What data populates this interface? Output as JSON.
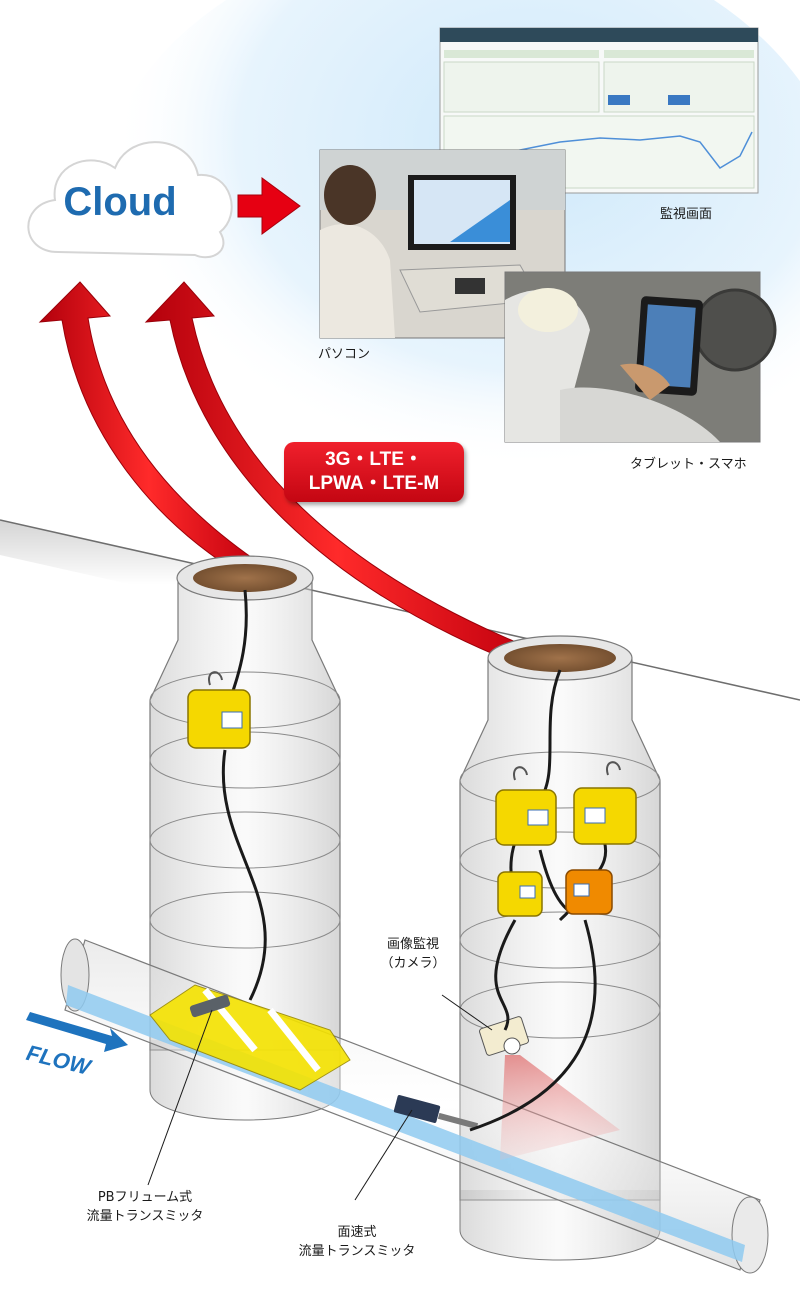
{
  "cloud": {
    "label": "Cloud"
  },
  "network": {
    "line1": "3G・LTE・",
    "line2": "LPWA・LTE-M"
  },
  "devices": {
    "monitor_screen": "監視画面",
    "pc": "パソコン",
    "tablet": "タブレット・スマホ"
  },
  "sensors": {
    "camera_line1": "画像監視",
    "camera_line2": "（カメラ）",
    "pb_flume_line1": "PBフリューム式",
    "pb_flume_line2": "流量トランスミッタ",
    "area_velocity_line1": "面速式",
    "area_velocity_line2": "流量トランスミッタ"
  },
  "flow": {
    "label": "FLOW"
  },
  "colors": {
    "cloud_text": "#1e6bb0",
    "arrow_red": "#e60012",
    "transmitter_yellow": "#f5d800",
    "transmitter_orange": "#f08a00",
    "water_blue": "#9fd3f2",
    "flow_blue": "#1e73be"
  }
}
